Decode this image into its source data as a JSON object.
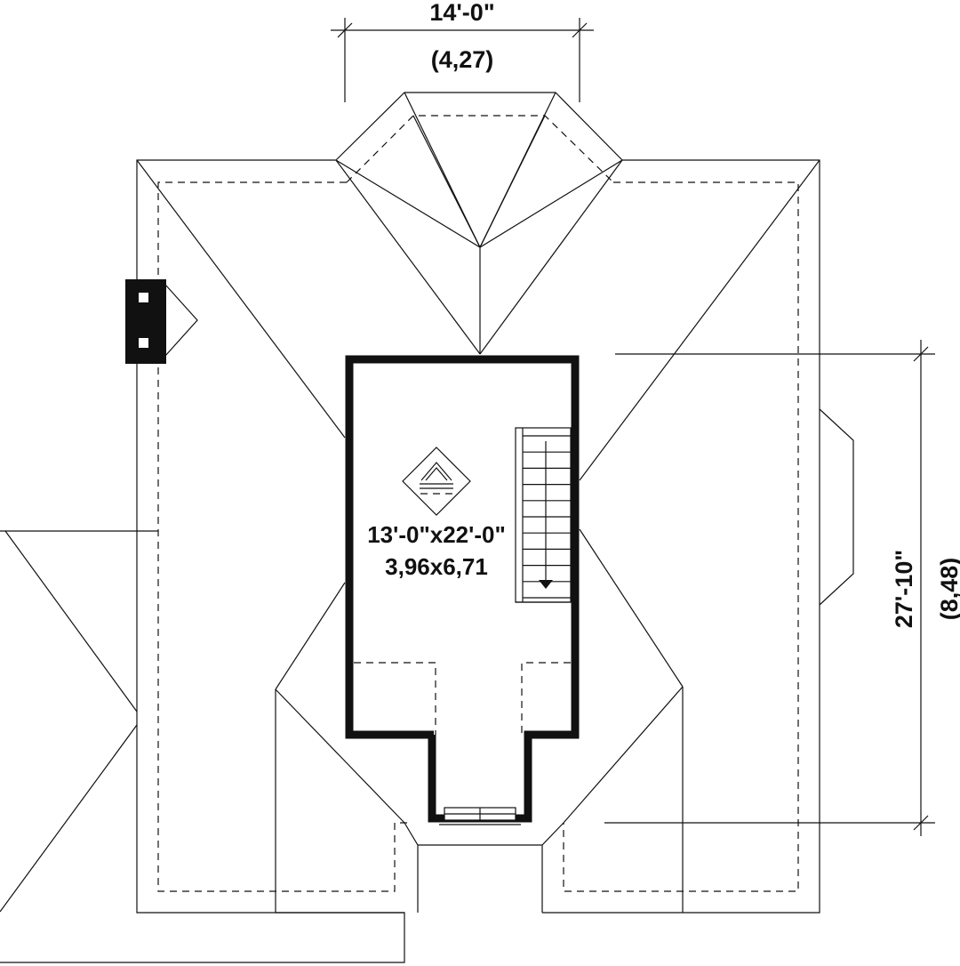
{
  "drawing": {
    "type": "roof-and-attic-floor-plan",
    "stroke_color": "#111111",
    "background_color": "#ffffff"
  },
  "dimensions": {
    "width_imperial": "14'-0\"",
    "width_metric": "(4,27)",
    "depth_imperial": "27'-10\"",
    "depth_metric": "(8,48)"
  },
  "room": {
    "size_imperial": "13'-0\"x22'-0\"",
    "size_metric": "3,96x6,71",
    "icon": "attic-room-icon"
  },
  "stairs": {
    "treads": 10,
    "direction": "down",
    "icon": "stair-arrow-down-icon"
  },
  "chimney": {
    "icon": "chimney-icon"
  }
}
